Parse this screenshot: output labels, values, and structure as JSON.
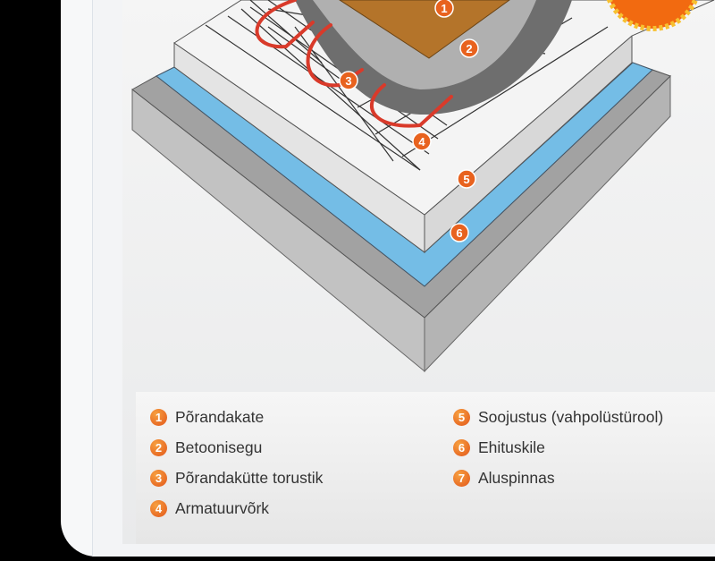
{
  "diagram": {
    "markers": [
      "1",
      "2",
      "3",
      "4",
      "5",
      "6"
    ]
  },
  "legend": {
    "items": [
      {
        "num": "1",
        "label": "Põrandakate"
      },
      {
        "num": "2",
        "label": "Betoonisegu"
      },
      {
        "num": "3",
        "label": "Põrandakütte torustik"
      },
      {
        "num": "4",
        "label": "Armatuurvõrk"
      },
      {
        "num": "5",
        "label": "Soojustus (vahpolüstürool)"
      },
      {
        "num": "6",
        "label": "Ehituskile"
      },
      {
        "num": "7",
        "label": "Aluspinnas"
      }
    ]
  },
  "colors": {
    "badge": "#e8621e",
    "insulation": "#f2f2f2",
    "membrane": "#74bde6",
    "base": "#a8a8a8",
    "pipe": "#d93a2a"
  }
}
